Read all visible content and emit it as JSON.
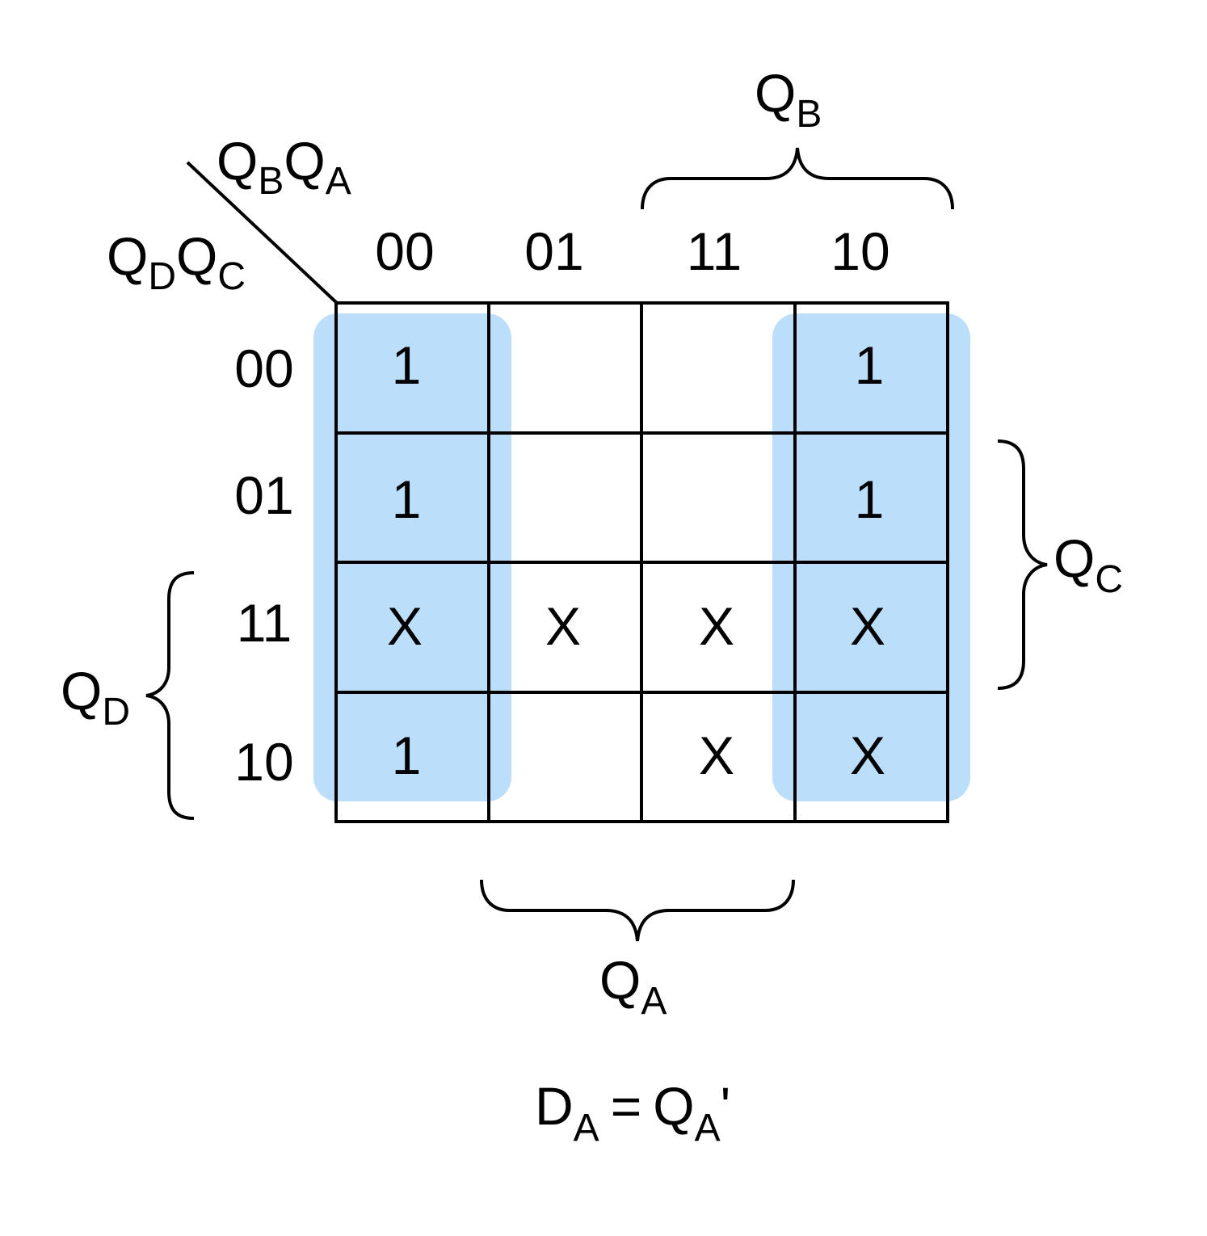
{
  "colors": {
    "group_fill": "#bbdefb",
    "line": "#000000",
    "background": "#ffffff"
  },
  "corner": {
    "col_var_1": "Q",
    "col_sub_1": "B",
    "col_var_2": "Q",
    "col_sub_2": "A",
    "row_var_1": "Q",
    "row_sub_1": "D",
    "row_var_2": "Q",
    "row_sub_2": "C"
  },
  "col_headers": [
    "00",
    "01",
    "11",
    "10"
  ],
  "row_headers": [
    "00",
    "01",
    "11",
    "10"
  ],
  "cells": [
    [
      "1",
      "",
      "",
      "1"
    ],
    [
      "1",
      "",
      "",
      "1"
    ],
    [
      "X",
      "X",
      "X",
      "X"
    ],
    [
      "1",
      "",
      "X",
      "X"
    ]
  ],
  "groups": [
    {
      "cols": [
        0
      ],
      "rows": [
        0,
        3
      ]
    },
    {
      "cols": [
        3
      ],
      "rows": [
        0,
        3
      ]
    }
  ],
  "braces": {
    "qb": {
      "var": "Q",
      "sub": "B"
    },
    "qc": {
      "var": "Q",
      "sub": "C"
    },
    "qd": {
      "var": "Q",
      "sub": "D"
    },
    "qa": {
      "var": "Q",
      "sub": "A"
    }
  },
  "equation": {
    "lhs_var": "D",
    "lhs_sub": "A",
    "eq": "=",
    "rhs_var": "Q",
    "rhs_sub": "A",
    "rhs_prime": "'"
  }
}
